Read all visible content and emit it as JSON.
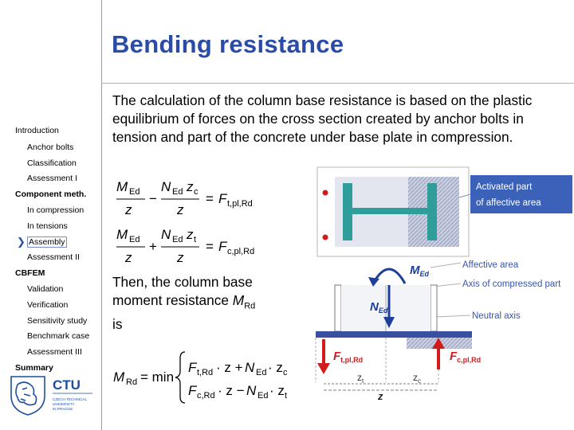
{
  "slide": {
    "title": "Bending resistance",
    "paragraph1": "The calculation of the column base resistance is based on the plastic equilibrium of forces on the cross section created by anchor bolts in tension and part of the concrete under base plate in compression.",
    "paragraph2_lead": "Then, the column base moment resistance ",
    "paragraph2_symbol": "M",
    "paragraph2_sub": "Rd",
    "paragraph2_tail": "is"
  },
  "nav": {
    "items": [
      {
        "label": "Introduction",
        "bold": false
      },
      {
        "label": "Anchor bolts",
        "bold": false
      },
      {
        "label": "Classification",
        "bold": false
      },
      {
        "label": "Assessment I",
        "bold": false
      },
      {
        "label": "Component meth.",
        "bold": true
      },
      {
        "label": "In compression",
        "bold": false
      },
      {
        "label": "In tensions",
        "bold": false
      },
      {
        "label": "Assembly",
        "bold": false,
        "current": true
      },
      {
        "label": "Assessment II",
        "bold": false
      },
      {
        "label": "CBFEM",
        "bold": true
      },
      {
        "label": "Validation",
        "bold": false
      },
      {
        "label": "Verification",
        "bold": false
      },
      {
        "label": "Sensitivity study",
        "bold": false
      },
      {
        "label": "Benchmark case",
        "bold": false
      },
      {
        "label": "Assessment III",
        "bold": false
      },
      {
        "label": "Summary",
        "bold": true
      }
    ]
  },
  "figure": {
    "label_activated_1": "Activated part",
    "label_activated_2": "of affective area",
    "label_affective": "Affective area",
    "label_axis": "Axis of compressed part",
    "label_neutral": "Neutral axis",
    "m_ed": "M",
    "m_ed_sub": "Ed",
    "n_ed": "N",
    "n_ed_sub": "Ed",
    "f_t": "F",
    "f_t_sub": "t,pl,Rd",
    "f_c": "F",
    "f_c_sub": "c,pl,Rd",
    "z_t": "z",
    "z_t_sub": "t",
    "z_c": "z",
    "z_c_sub": "c",
    "z": "z"
  },
  "logo": {
    "text_main": "CTU",
    "text_line1": "CZECH TECHNICAL",
    "text_line2": "UNIVERSITY",
    "text_line3": "IN PRAGUE"
  },
  "colors": {
    "title": "#2a4ba8",
    "callout_bg": "#3b62b8",
    "accent_red": "#d01c1c",
    "steel_teal": "#2f9e9a",
    "logo_blue": "#1d4e9e"
  }
}
